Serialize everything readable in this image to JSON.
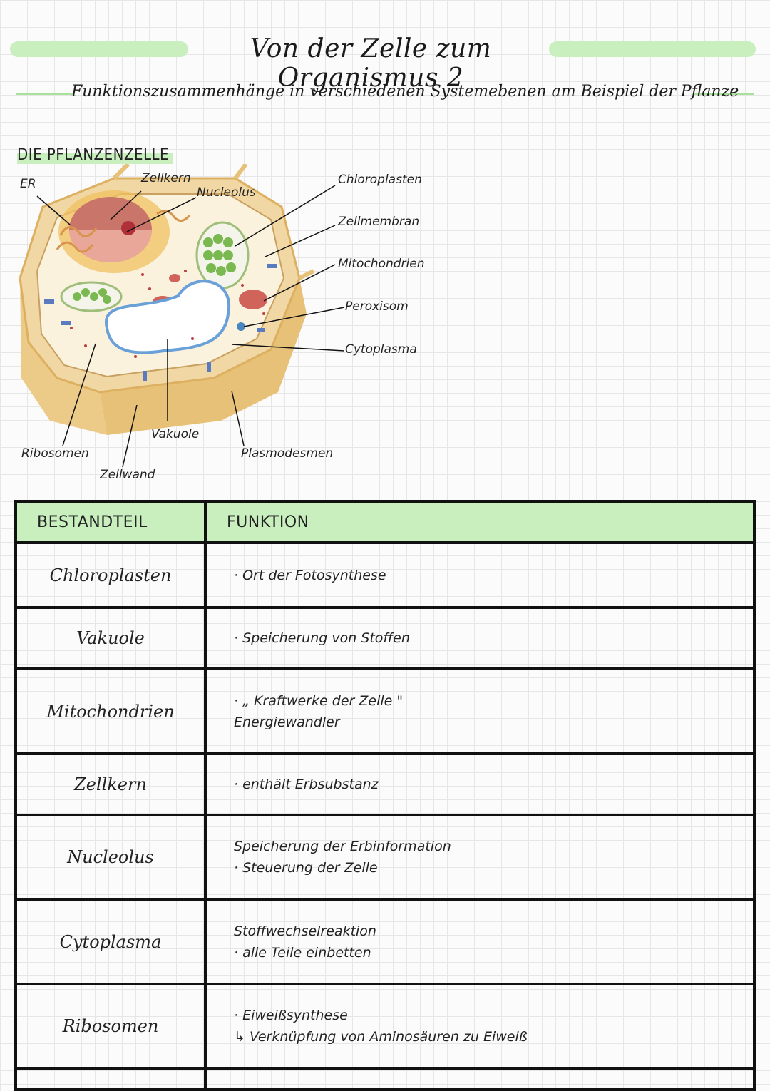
{
  "header": {
    "title": "Von der Zelle zum Organismus 2",
    "subtitle": "Funktionszusammenhänge in verschiedenen Systemebenen am Beispiel der Pflanze"
  },
  "section": {
    "heading": "DIE PFLANZENZELLE"
  },
  "diagram": {
    "labels": {
      "er": "ER",
      "zellkern": "Zellkern",
      "nucleolus": "Nucleolus",
      "chloroplasten": "Chloroplasten",
      "zellmembran": "Zellmembran",
      "mitochondrien": "Mitochondrien",
      "peroxisom": "Peroxisom",
      "cytoplasma": "Cytoplasma",
      "ribosomen": "Ribosomen",
      "zellwand": "Zellwand",
      "vakuole": "Vakuole",
      "plasmodesmen": "Plasmodesmen"
    }
  },
  "table": {
    "headers": [
      "BESTANDTEIL",
      "FUNKTION"
    ],
    "rows": [
      {
        "part": "Chloroplasten",
        "lines": [
          "· Ort der Fotosynthese"
        ]
      },
      {
        "part": "Vakuole",
        "lines": [
          "· Speicherung von Stoffen"
        ]
      },
      {
        "part": "Mitochondrien",
        "lines": [
          "· „ Kraftwerke der Zelle \"",
          "Energiewandler"
        ]
      },
      {
        "part": "Zellkern",
        "lines": [
          "· enthält Erbsubstanz"
        ]
      },
      {
        "part": "Nucleolus",
        "lines": [
          "Speicherung der Erbinformation",
          "· Steuerung der Zelle"
        ]
      },
      {
        "part": "Cytoplasma",
        "lines": [
          "Stoffwechselreaktion",
          "· alle Teile einbetten"
        ]
      },
      {
        "part": "Ribosomen",
        "lines": [
          "· Eiweißsynthese",
          "↳ Verknüpfung von Aminosäuren zu Eiweiß"
        ]
      }
    ]
  },
  "colors": {
    "highlight": "#c9efbf",
    "rule": "#a8e29a",
    "border": "#111111"
  }
}
